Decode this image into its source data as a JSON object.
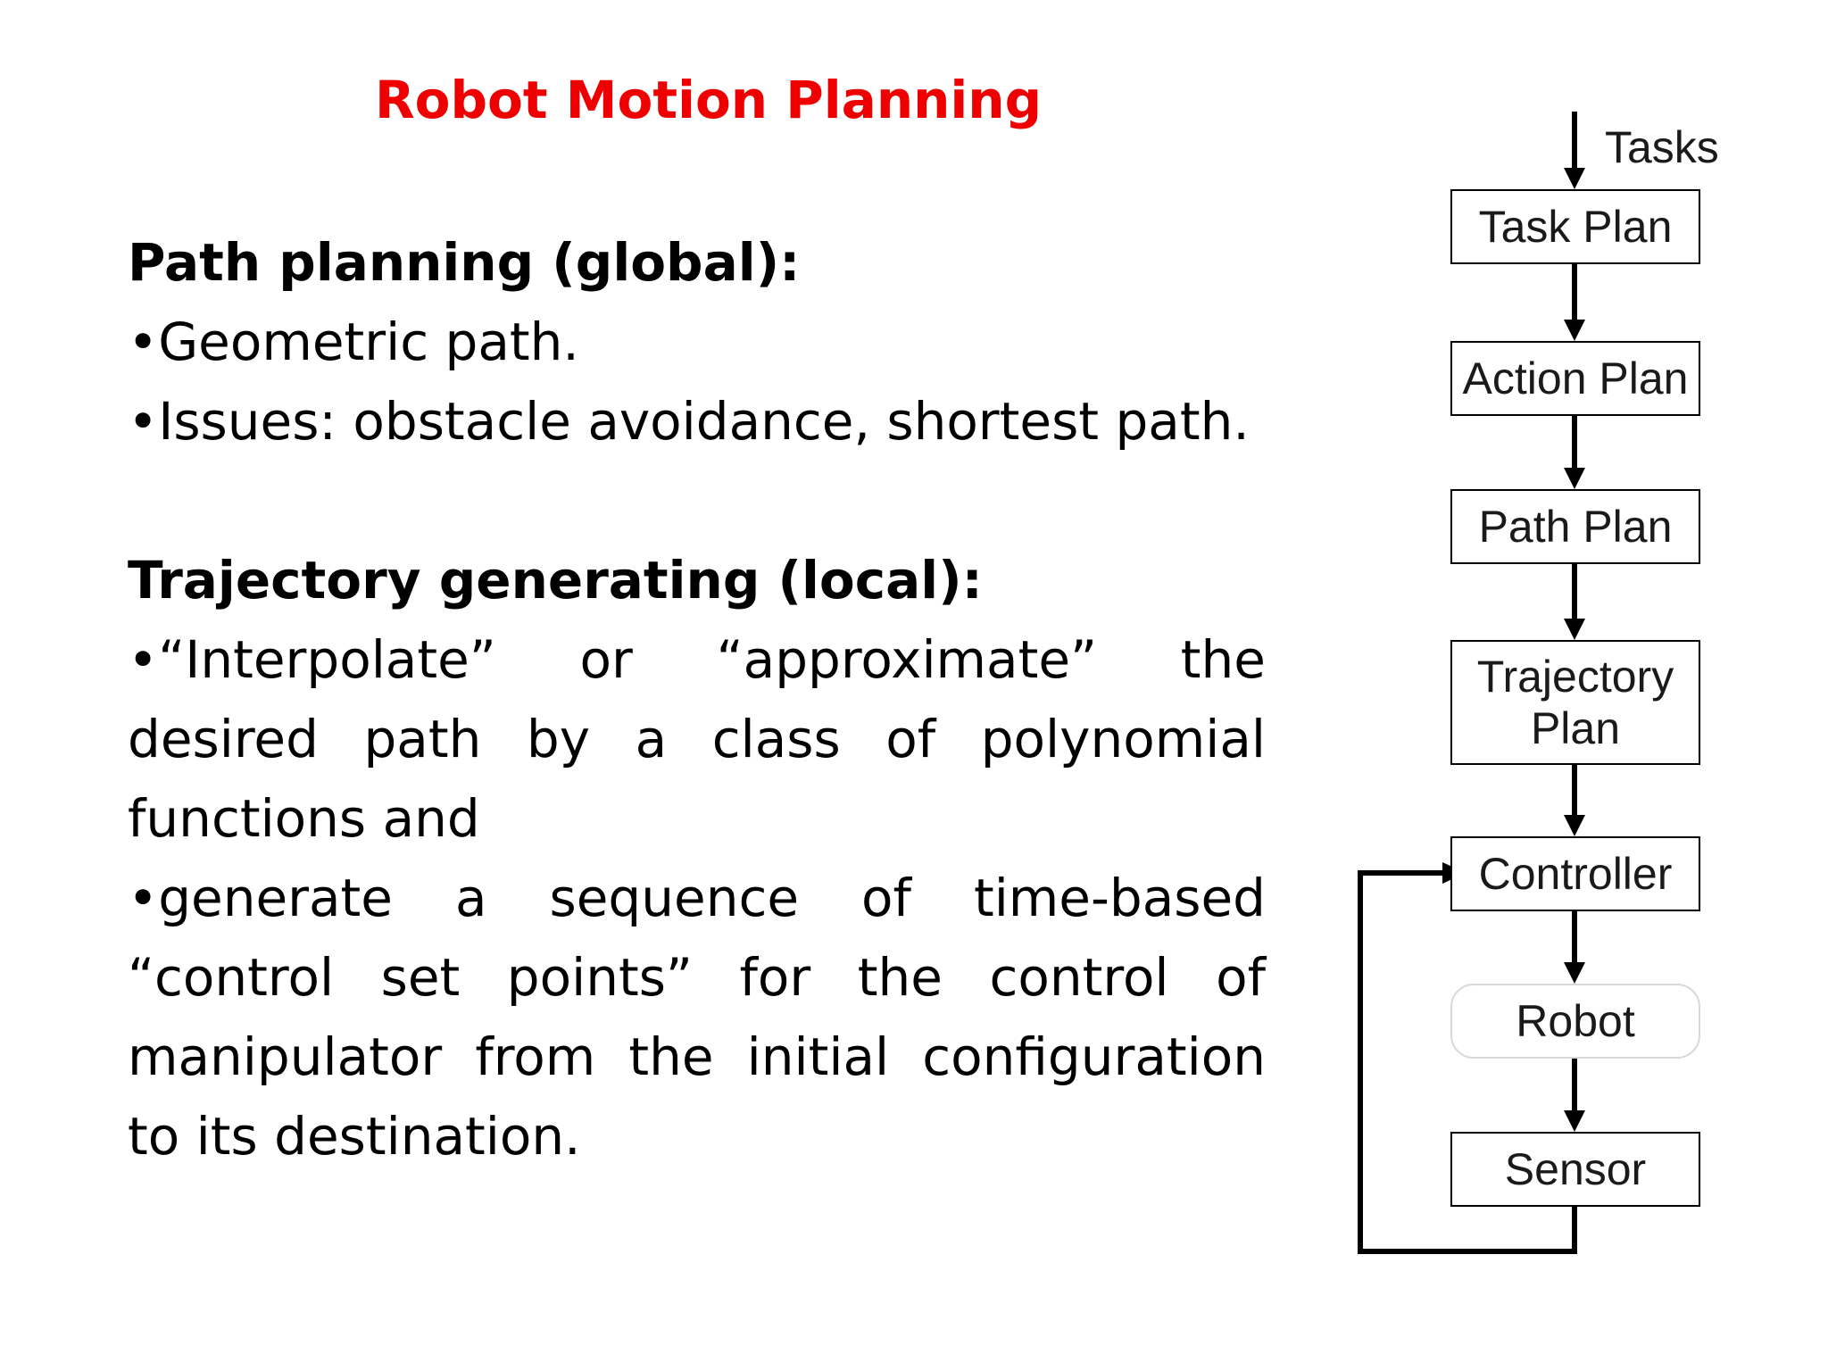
{
  "title": "Robot Motion Planning",
  "path_section": {
    "heading": "Path planning (global):",
    "bullets": [
      "•Geometric path.",
      "•Issues: obstacle avoidance, shortest path."
    ]
  },
  "trajectory_section": {
    "heading": "Trajectory generating (local):",
    "bullets": [
      "•“Interpolate” or “approximate” the desired path by a class of polynomial functions and",
      "•generate a sequence of time-based “control set points” for the control of manipulator from the initial configuration to its destination."
    ]
  },
  "diagram": {
    "input_label": "Tasks",
    "blocks": {
      "task_plan": "Task Plan",
      "action_plan": "Action Plan",
      "path_plan": "Path Plan",
      "trajectory_plan": "Trajectory Plan",
      "controller": "Controller",
      "robot": "Robot",
      "sensor": "Sensor"
    }
  },
  "colors": {
    "title": "#ee0000",
    "text": "#000000",
    "block_border": "#000000",
    "robot_border": "#d8d8d8"
  }
}
